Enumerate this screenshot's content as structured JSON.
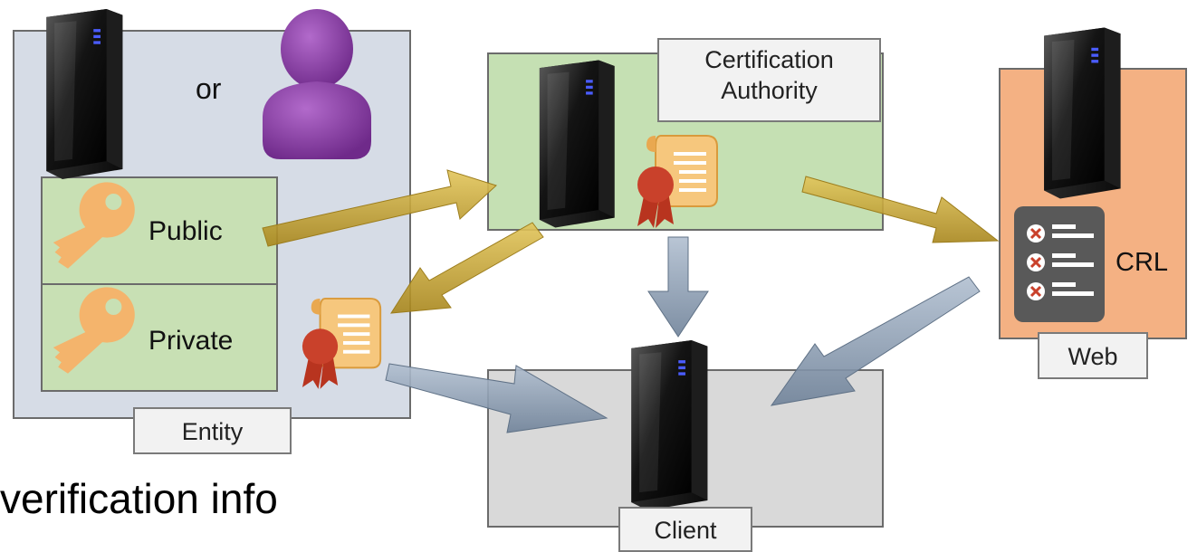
{
  "entity": {
    "label": "Entity",
    "or_text": "or",
    "public_label": "Public",
    "private_label": "Private"
  },
  "ca": {
    "label_line1": "Certification",
    "label_line2": "Authority"
  },
  "web": {
    "label": "Web",
    "crl_label": "CRL"
  },
  "client": {
    "label": "Client"
  },
  "footer": {
    "caption": "verification info"
  },
  "colors": {
    "entity_fill": "#d6dce6",
    "key_panel_fill": "#c8e0b4",
    "ca_fill": "#c5e0b3",
    "web_fill": "#f4b183",
    "client_fill": "#d9d9d9",
    "gold_arrow": "#c9a634",
    "blue_arrow": "#8ea0b6",
    "person": "#8e3fa8",
    "key": "#f4b46c",
    "seal": "#c9412b"
  }
}
